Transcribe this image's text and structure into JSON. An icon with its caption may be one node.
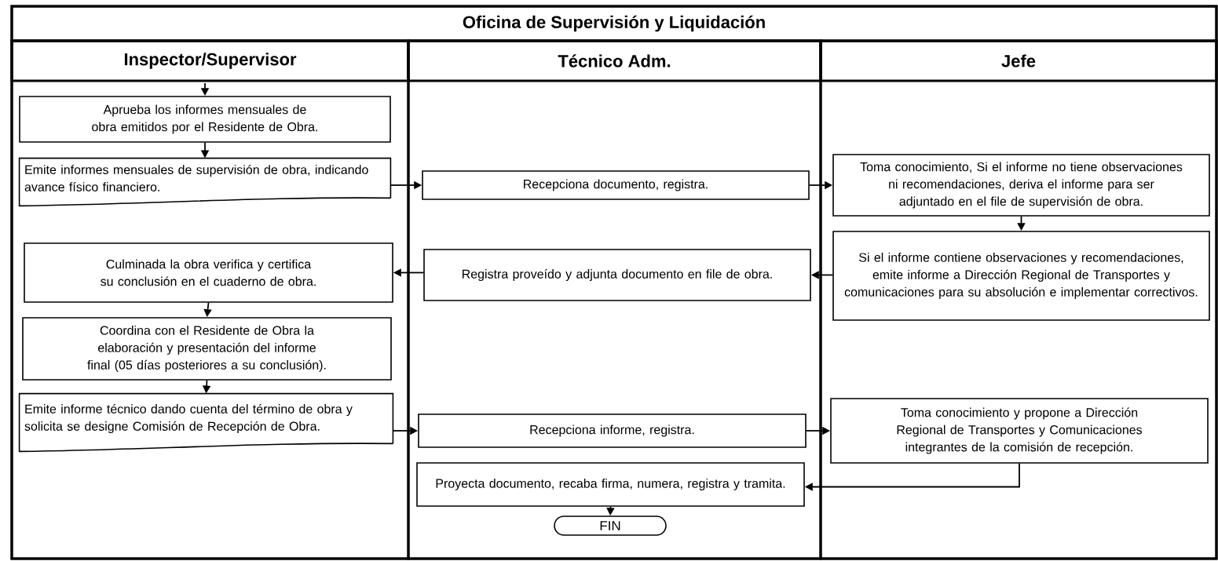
{
  "diagram": {
    "nodes": [
      {
        "text": [
          "Oficina de Supervisión y Liquidación"
        ]
      },
      {
        "text": [
          "Inspector/Supervisor"
        ],
        "in": 0
      },
      {
        "text": [
          "Técnico Adm."
        ],
        "in": 0
      },
      {
        "text": [
          "Jefe"
        ],
        "in": 0
      },
      {
        "text": [
          "Aprueba los informes mensuales de obra emitidos por el Residente de Obra."
        ],
        "in": 1
      },
      {
        "text": [
          "Emite informes mensuales de supervisión de obra, indicando avance físico financiero."
        ],
        "in": 1
      },
      {
        "text": [
          "Recepciona documento, registra."
        ],
        "in": 2
      },
      {
        "text": [
          "Toma conocimiento, Si el informe no tiene observaciones ni recomendaciones, deriva el informe para ser adjuntado en el file de supervisión de obra."
        ],
        "in": 3
      },
      {
        "text": [
          "Si el informe contiene observaciones y recomendaciones, emite informe a Dirección Regional de Transportes y comunicaciones para su absolución e implementar correctivos."
        ],
        "in": 3
      },
      {
        "text": [
          "Registra proveído y adjunta  documento en file de obra."
        ],
        "in": 2
      },
      {
        "text": [
          "Culminada la obra verifica y certifica su conclusión en el cuaderno de obra."
        ],
        "in": 1
      },
      {
        "text": [
          "Coordina con el Residente de Obra la elaboración y presentación del informe final (05 días posteriores a su conclusión)."
        ],
        "in": 1
      },
      {
        "text": [
          "Emite informe técnico dando cuenta del término de obra y solicita se designe Comisión de Recepción de Obra."
        ],
        "in": 1
      },
      {
        "text": [
          "Recepciona informe, registra."
        ],
        "in": 2
      },
      {
        "text": [
          "Toma conocimiento y propone a Dirección Regional de Transportes y Comunicaciones integrantes de la comisión de recepción."
        ],
        "in": 3
      },
      {
        "text": [
          "Proyecta documento, recaba firma, numera, registra y tramita."
        ],
        "in": 2
      },
      {
        "text": [
          "FIN"
        ],
        "in": 2
      }
    ],
    "edges": [
      {
        "from": null,
        "to": 4,
        "arrow": "to"
      },
      {
        "from": 4,
        "to": 5,
        "arrow": "to"
      },
      {
        "from": 5,
        "to": 6,
        "arrow": "to"
      },
      {
        "from": 6,
        "to": 7,
        "arrow": "to"
      },
      {
        "from": 7,
        "to": 8,
        "arrow": "to"
      },
      {
        "from": 8,
        "to": 9,
        "arrow": "to"
      },
      {
        "from": 9,
        "to": 10,
        "arrow": "to"
      },
      {
        "from": 10,
        "to": 11,
        "arrow": "to"
      },
      {
        "from": 11,
        "to": 12,
        "arrow": "to"
      },
      {
        "from": 12,
        "to": 13,
        "arrow": "to"
      },
      {
        "from": 13,
        "to": 14,
        "arrow": "to"
      },
      {
        "from": 14,
        "to": 15,
        "arrow": "to"
      },
      {
        "from": 15,
        "to": 16,
        "arrow": "to"
      }
    ]
  }
}
